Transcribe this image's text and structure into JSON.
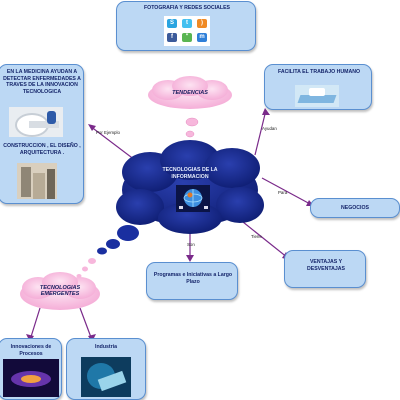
{
  "center": {
    "title": "TECNOLOGIAS DE LA INFORMACION"
  },
  "nodes": {
    "fotografia": {
      "label": "FOTOGRAFIA Y REDES SOCIALES"
    },
    "tendencias": {
      "label": "TENDENCIAS"
    },
    "medicina": {
      "label": "EN LA MEDICINA AYUDAN A DETECTAR ENFERMEDADES A TRAVES DE LA INNOVACION TECNOLOGICA"
    },
    "construccion": {
      "label": "CONSTRUCCION , EL DISEÑO , ARQUITECTURA ."
    },
    "facilita": {
      "label": "FACILITA EL TRABAJO HUMANO"
    },
    "negocios": {
      "label": "NEGOCIOS"
    },
    "ventajas": {
      "label": "VENTAJAS Y DESVENTAJAS"
    },
    "programas": {
      "label": "Programas e Iniciativas a Largo Plazo"
    },
    "emergentes": {
      "label": "TECNOLOGIAS EMERGENTES"
    },
    "innovaciones": {
      "label": "Innovaciones de Procesos"
    },
    "industria": {
      "label": "Industria"
    }
  },
  "connectors": {
    "por_ejemplo": "Por Ejemplo",
    "ayudan": "Ayudan",
    "para": "Para",
    "tiene": "Tiene",
    "son": "Son"
  },
  "icons": [
    "skype-icon",
    "twitter-icon",
    "rss-icon",
    "facebook-icon",
    "chat-icon",
    "messenger-icon"
  ],
  "colors": {
    "box_fill": "#bcd8f4",
    "box_border": "#5a8fd0",
    "cloud_fill": "#13278c",
    "pink": "#f7b7dc",
    "line": "#7a2a8a",
    "text": "#15256a"
  }
}
